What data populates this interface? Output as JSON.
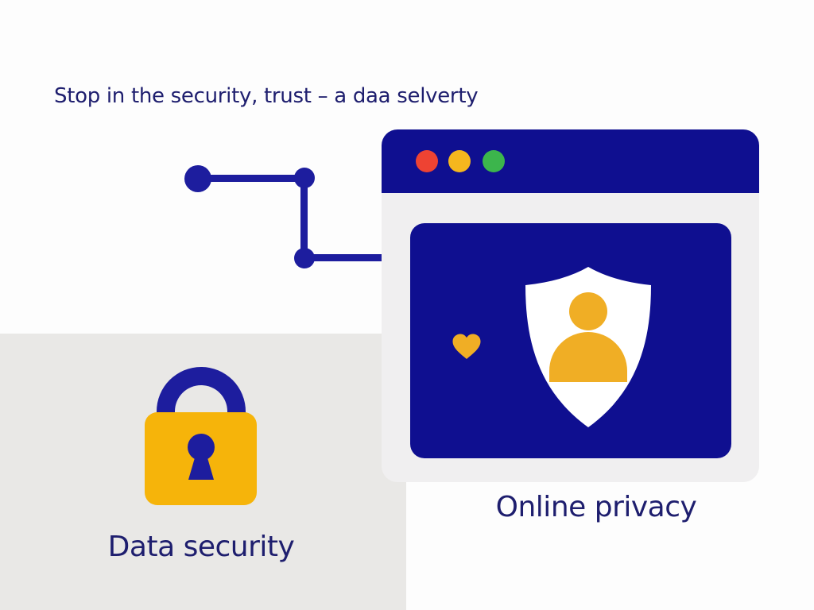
{
  "page": {
    "headline": "Stop in the security, trust – a daa selverty"
  },
  "sections": {
    "data_security": {
      "label": "Data security",
      "icon": "padlock-icon"
    },
    "online_privacy": {
      "label": "Online privacy",
      "icon": "shield-user-icon"
    }
  },
  "browser_window": {
    "traffic_lights": [
      "red",
      "yellow",
      "green"
    ],
    "panel_icons": [
      "heart-icon",
      "shield-user-icon"
    ]
  },
  "decorations": {
    "circuit_trace": "three connected nodes with right-angle traces leading into the browser window"
  },
  "colors": {
    "page_bg": "#fdfdfd",
    "quadrant_gray": "#e9e8e6",
    "window_body": "#f0eff0",
    "navy_shape": "#0f0f90",
    "navy_line": "#1d1d9e",
    "navy_text": "#1e1e6e",
    "amber": "#f6b40a",
    "amber_icon": "#f0ae25",
    "dot_red": "#ee4333",
    "dot_yellow": "#f5b71e",
    "dot_green": "#3cb54c",
    "shield_white": "#ffffff"
  }
}
